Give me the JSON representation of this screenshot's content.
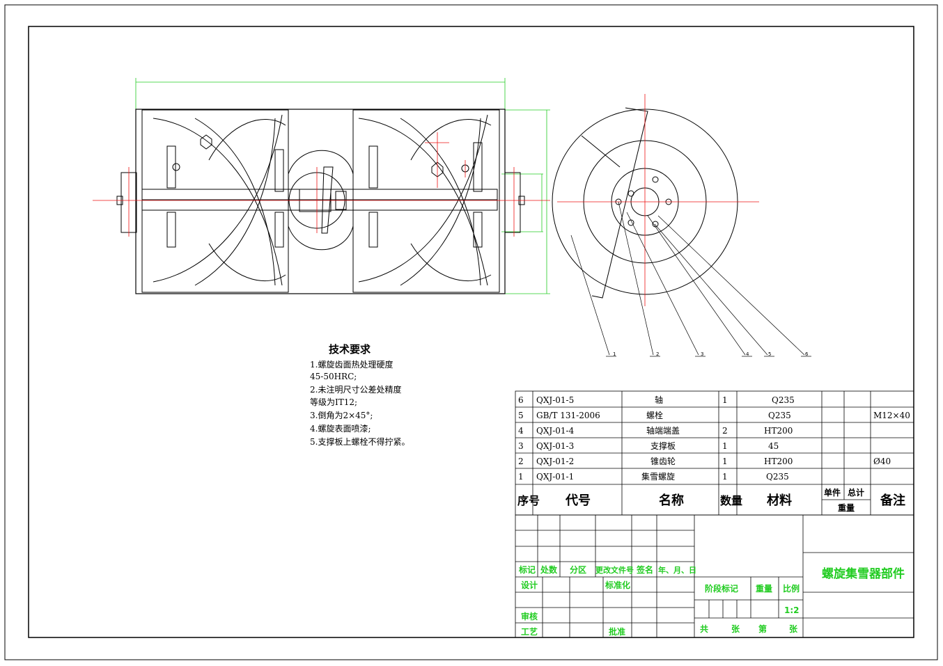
{
  "tech_requirements": {
    "title": "技术要求",
    "lines": [
      "1.螺旋齿面热处理硬度",
      "45-50HRC;",
      "2.未注明尺寸公差处精度",
      "等级为IT12;",
      "3.倒角为2×45°;",
      "4.螺旋表面喷漆;",
      "5.支撑板上螺栓不得拧紧。"
    ]
  },
  "balloons": [
    "1",
    "2",
    "3",
    "4",
    "5",
    "6"
  ],
  "bom": {
    "rows": [
      {
        "no": "6",
        "code": "QXJ-01-5",
        "name": "轴",
        "qty": "1",
        "material": "Q235",
        "note": ""
      },
      {
        "no": "5",
        "code": "GB/T 131-2006",
        "name": "螺栓",
        "qty": "",
        "material": "Q235",
        "note": "M12×40"
      },
      {
        "no": "4",
        "code": "QXJ-01-4",
        "name": "轴端端盖",
        "qty": "2",
        "material": "HT200",
        "note": ""
      },
      {
        "no": "3",
        "code": "QXJ-01-3",
        "name": "支撑板",
        "qty": "1",
        "material": "45",
        "note": ""
      },
      {
        "no": "2",
        "code": "QXJ-01-2",
        "name": "锥齿轮",
        "qty": "1",
        "material": "HT200",
        "note": "Ø40"
      },
      {
        "no": "1",
        "code": "QXJ-01-1",
        "name": "集雪螺旋",
        "qty": "1",
        "material": "Q235",
        "note": ""
      }
    ],
    "header": {
      "no": "序号",
      "code": "代号",
      "name": "名称",
      "qty": "数量",
      "material": "材料",
      "unit": "单件",
      "total": "总计",
      "weight": "重量",
      "note": "备注"
    }
  },
  "title_block": {
    "mark": "标记",
    "count": "处数",
    "zone": "分区",
    "doc_no": "更改文件号",
    "sign": "签名",
    "date": "年、月、日",
    "design": "设计",
    "standardize": "标准化",
    "review": "审核",
    "process": "工艺",
    "approve": "批准",
    "stage_mark": "阶段标记",
    "weight": "重量",
    "scale_label": "比例",
    "scale": "1:2",
    "total_sheets": "共",
    "sheets": "张",
    "sheet_no": "第",
    "sheet": "张",
    "drawing_title": "螺旋集雪器部件"
  },
  "colors": {
    "line": "#000000",
    "dimension": "#22cc22",
    "centerline": "#ee1111",
    "label": "#22cc22"
  }
}
